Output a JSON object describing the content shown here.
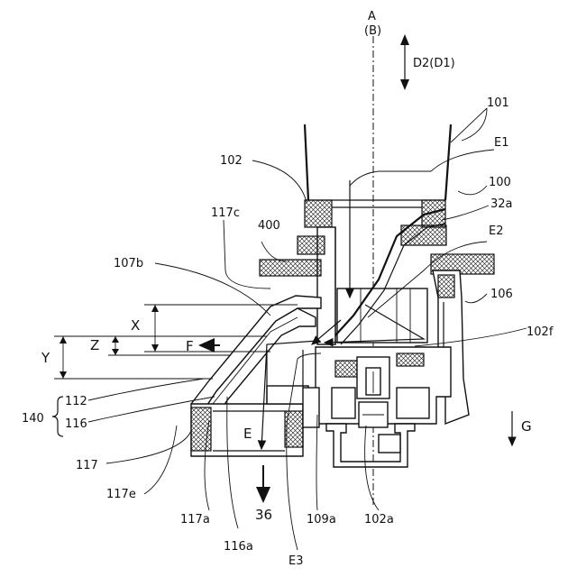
{
  "axis": {
    "top": "A",
    "sub": "(B)"
  },
  "direction": {
    "vertical": "D2(D1)",
    "down": "G"
  },
  "flows": {
    "e1": "E1",
    "e2": "E2",
    "e3": "E3",
    "e": "E",
    "f": "F",
    "out": "36"
  },
  "dims": {
    "x": "X",
    "y": "Y",
    "z": "Z"
  },
  "group": {
    "label": "140",
    "a": "112",
    "b": "116"
  },
  "refs": {
    "r101": "101",
    "r100": "100",
    "r102": "102",
    "r32a": "32a",
    "r117c": "117c",
    "r400": "400",
    "r107b": "107b",
    "r106": "106",
    "r102f": "102f",
    "r117": "117",
    "r117e": "117e",
    "r117a": "117a",
    "r116a": "116a",
    "r109a": "109a",
    "r102a": "102a"
  }
}
